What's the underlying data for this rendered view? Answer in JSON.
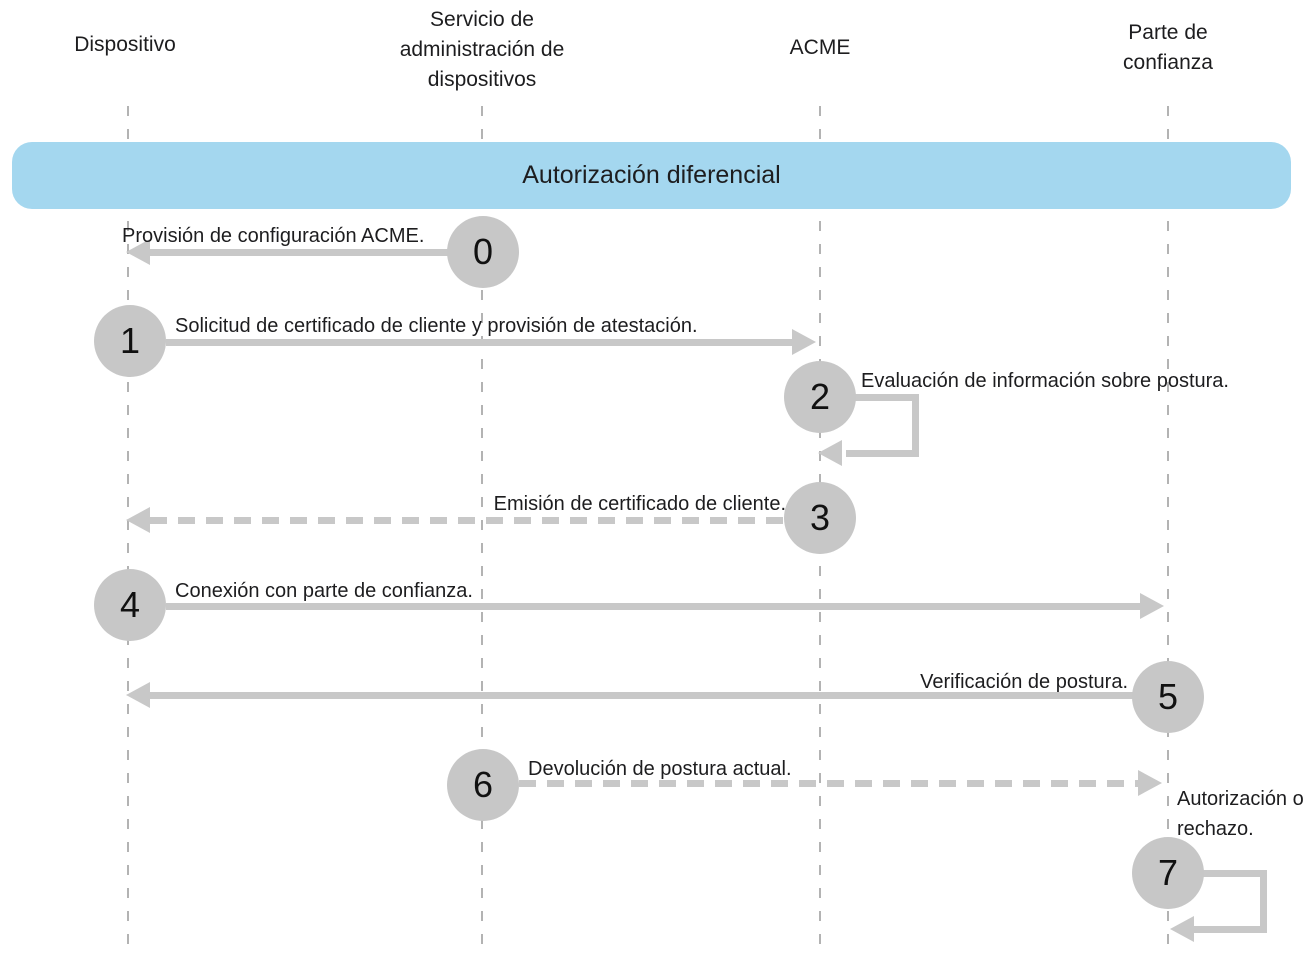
{
  "title_banner": {
    "label": "Autorización diferencial",
    "bg_color": "#a4d7ef"
  },
  "actors": [
    {
      "name": "Dispositivo"
    },
    {
      "name": "Servicio de administración de dispositivos"
    },
    {
      "name": "ACME"
    },
    {
      "name": "Parte de confianza"
    }
  ],
  "steps": [
    {
      "num": "0",
      "label": "Provisión de configuración ACME.",
      "from": "Servicio de administración de dispositivos",
      "to": "Dispositivo",
      "line": "solid"
    },
    {
      "num": "1",
      "label": "Solicitud de certificado de cliente y provisión de atestación.",
      "from": "Dispositivo",
      "to": "ACME",
      "line": "solid"
    },
    {
      "num": "2",
      "label": "Evaluación de información sobre postura.",
      "from": "ACME",
      "to": "ACME",
      "line": "self-loop"
    },
    {
      "num": "3",
      "label": "Emisión de certificado de cliente.",
      "from": "ACME",
      "to": "Dispositivo",
      "line": "dashed"
    },
    {
      "num": "4",
      "label": "Conexión con parte de confianza.",
      "from": "Dispositivo",
      "to": "Parte de confianza",
      "line": "solid"
    },
    {
      "num": "5",
      "label": "Verificación de postura.",
      "from": "Parte de confianza",
      "to": "Dispositivo",
      "line": "solid"
    },
    {
      "num": "6",
      "label": "Devolución de postura actual.",
      "from": "Servicio de administración de dispositivos",
      "to": "Parte de confianza",
      "line": "dashed"
    },
    {
      "num": "7",
      "label": "Autorización o rechazo.",
      "from": "Parte de confianza",
      "to": "Parte de confianza",
      "line": "self-loop"
    }
  ],
  "colors": {
    "banner_bg": "#a4d7ef",
    "arrow_gray": "#c8c8c8",
    "lifeline_gray": "#b3b3b3",
    "text": "#1d1d1f"
  }
}
